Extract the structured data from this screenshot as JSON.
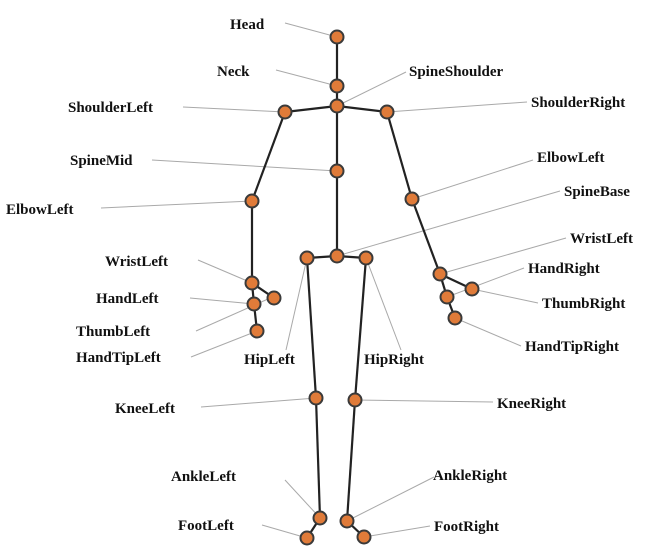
{
  "labels": {
    "head": "Head",
    "neck": "Neck",
    "spine_shoulder": "SpineShoulder",
    "shoulder_left": "ShoulderLeft",
    "shoulder_right": "ShoulderRight",
    "spine_mid": "SpineMid",
    "elbow_left_a": "ElbowLeft",
    "elbow_left_b": "ElbowLeft",
    "spine_base": "SpineBase",
    "wrist_left_a": "WristLeft",
    "wrist_left_b": "WristLeft",
    "hand_right": "HandRight",
    "hand_left": "HandLeft",
    "thumb_right": "ThumbRight",
    "thumb_left": "ThumbLeft",
    "hand_tip_right": "HandTipRight",
    "hand_tip_left": "HandTipLeft",
    "hip_left": "HipLeft",
    "hip_right": "HipRight",
    "knee_left": "KneeLeft",
    "knee_right": "KneeRight",
    "ankle_left": "AnkleLeft",
    "ankle_right": "AnkleRight",
    "foot_left": "FootLeft",
    "foot_right": "FootRight"
  },
  "colors": {
    "joint_fill": "#e07b39",
    "joint_stroke": "#3a3a3a",
    "bone": "#222222",
    "leader_line": "#a9a9a9"
  }
}
